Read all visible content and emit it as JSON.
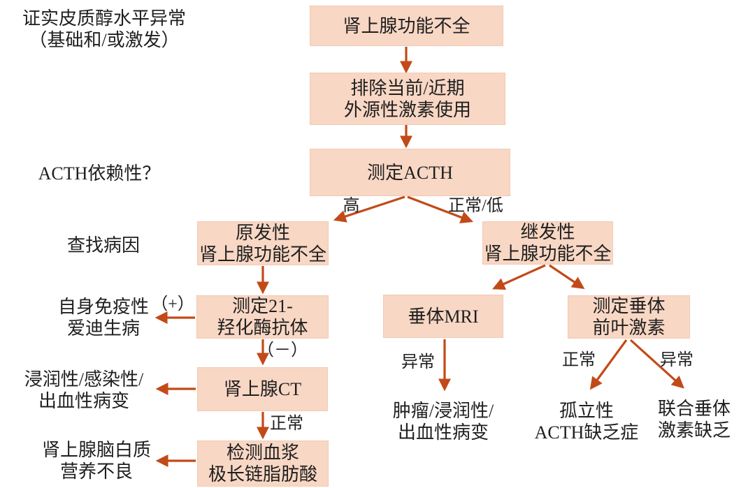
{
  "colors": {
    "background": "#ffffff",
    "box_fill": "#f8d7c4",
    "box_border": "#f1cab2",
    "arrow": "#c24a18",
    "text": "#1f1f1f"
  },
  "side_labels": {
    "confirm_cortisol": {
      "line1": "证实皮质醇水平异常",
      "line2": "（基础和/或激发）"
    },
    "acth_dependence": {
      "line1": "ACTH依赖性？"
    },
    "find_cause": {
      "line1": "查找病因"
    }
  },
  "boxes": {
    "adrenal_insufficiency": {
      "line1": "肾上腺功能不全"
    },
    "exclude_exogenous": {
      "line1": "排除当前/近期",
      "line2": "外源性激素使用"
    },
    "measure_acth": {
      "line1": "测定ACTH"
    },
    "primary_ai": {
      "line1": "原发性",
      "line2": "肾上腺功能不全"
    },
    "secondary_ai": {
      "line1": "继发性",
      "line2": "肾上腺功能不全"
    },
    "measure_21oh_antibody": {
      "line1": "测定21-",
      "line2": "羟化酶抗体"
    },
    "adrenal_ct": {
      "line1": "肾上腺CT"
    },
    "plasma_vlcfa": {
      "line1": "检测血浆",
      "line2": "极长链脂肪酸"
    },
    "pituitary_mri": {
      "line1": "垂体MRI"
    },
    "pituitary_anterior_hormones": {
      "line1": "测定垂体",
      "line2": "前叶激素"
    }
  },
  "outcomes": {
    "autoimmune_addison": {
      "line1": "自身免疫性",
      "line2": "爱迪生病"
    },
    "infiltrative_infectious_hemorrhagic": {
      "line1": "浸润性/感染性/",
      "line2": "出血性病变"
    },
    "adrenoleukodystrophy": {
      "line1": "肾上腺脑白质",
      "line2": "营养不良"
    },
    "tumor_infiltrative_hemorrhagic": {
      "line1": "肿瘤/浸润性/",
      "line2": "出血性病变"
    },
    "isolated_acth_deficiency": {
      "line1": "孤立性",
      "line2": "ACTH缺乏症"
    },
    "combined_pituitary_deficiency": {
      "line1": "联合垂体",
      "line2": "激素缺乏"
    }
  },
  "edge_labels": {
    "acth_high": "高",
    "acth_normal_low": "正常/低",
    "antibody_positive": "（+）",
    "antibody_negative": "（－）",
    "ct_normal": "正常",
    "mri_abnormal": "异常",
    "hormones_normal": "正常",
    "hormones_abnormal": "异常"
  }
}
